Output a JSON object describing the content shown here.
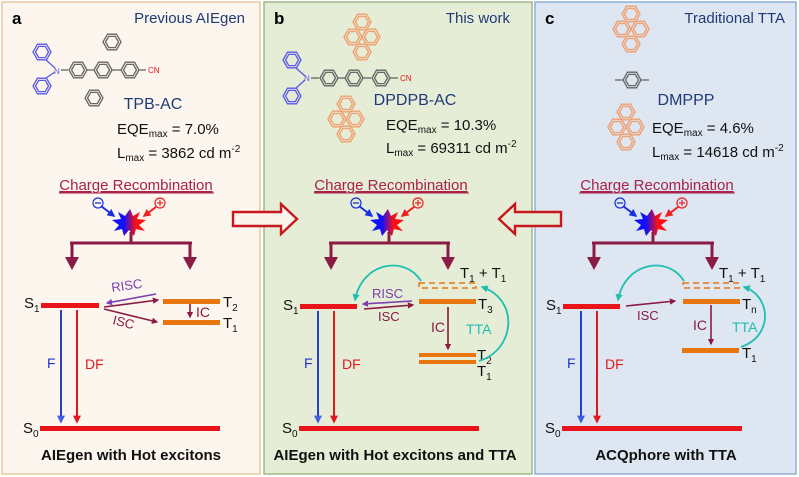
{
  "figure": {
    "arrows_between_panels": [
      "right-arrow",
      "left-arrow"
    ],
    "colors": {
      "panel_a_bg": "#fcf6ef",
      "panel_a_border": "#e8c9a0",
      "panel_b_bg": "#e6edd6",
      "panel_b_border": "#9fb88a",
      "panel_c_bg": "#dde6f1",
      "panel_c_border": "#8fb0d8",
      "singlet": "#e8141a",
      "triplet": "#e8760f",
      "fluorescence": "#2a3fcc",
      "delayed_fluorescence": "#e0181e",
      "recombination": "#8b1a44",
      "risc": "#7a3fb0",
      "tta": "#1fbfb0",
      "panel_arrow": "#c8171d"
    }
  },
  "panels": [
    {
      "letter": "a",
      "tag": "Previous AIEgen",
      "molecule": "TPB-AC",
      "eqe_label": "EQE",
      "eqe_sub": "max",
      "eqe_value": " = 7.0%",
      "lum_label": "L",
      "lum_sub": "max",
      "lum_value": " =  3862 cd m",
      "lum_sup": "-2",
      "charge_recombination": "Charge Recombination",
      "states": {
        "s1": "S",
        "s1_sub": "1",
        "s0": "S",
        "s0_sub": "0",
        "t2": "T",
        "t2_sub": "2",
        "t1": "T",
        "t1_sub": "1"
      },
      "processes": {
        "risc": "RISC",
        "isc": "ISC",
        "ic": "IC",
        "f": "F",
        "df": "DF"
      },
      "caption": "AIEgen with Hot excitons"
    },
    {
      "letter": "b",
      "tag": "This work",
      "molecule": "DPDPB-AC",
      "eqe_label": "EQE",
      "eqe_sub": "max",
      "eqe_value": " = 10.3%",
      "lum_label": "L",
      "lum_sub": "max",
      "lum_value": " =  69311 cd m",
      "lum_sup": "-2",
      "charge_recombination": "Charge Recombination",
      "states": {
        "s1": "S",
        "s1_sub": "1",
        "s0": "S",
        "s0_sub": "0",
        "t3": "T",
        "t3_sub": "3",
        "t2": "T",
        "t2_sub": "2",
        "t1": "T",
        "t1_sub": "1",
        "tt_a": "T",
        "tt_a_sub": "1",
        "tt_plus": " + ",
        "tt_b": "T",
        "tt_b_sub": "1"
      },
      "processes": {
        "risc": "RISC",
        "isc": "ISC",
        "ic": "IC",
        "tta": "TTA",
        "f": "F",
        "df": "DF"
      },
      "caption": "AIEgen with Hot excitons and TTA"
    },
    {
      "letter": "c",
      "tag": "Traditional TTA",
      "molecule": "DMPPP",
      "eqe_label": "EQE",
      "eqe_sub": "max",
      "eqe_value": " = 4.6%",
      "lum_label": "L",
      "lum_sub": "max",
      "lum_value": " =  14618 cd m",
      "lum_sup": "-2",
      "charge_recombination": "Charge Recombination",
      "states": {
        "s1": "S",
        "s1_sub": "1",
        "s0": "S",
        "s0_sub": "0",
        "tn": "T",
        "tn_sub": "n",
        "t1": "T",
        "t1_sub": "1",
        "tt_a": "T",
        "tt_a_sub": "1",
        "tt_plus": " + ",
        "tt_b": "T",
        "tt_b_sub": "1"
      },
      "processes": {
        "isc": "ISC",
        "ic": "IC",
        "tta": "TTA",
        "f": "F",
        "df": "DF"
      },
      "caption": "ACQphore with TTA"
    }
  ],
  "charges": {
    "negative": "−",
    "positive": "+"
  },
  "molecule_labels": {
    "nitrogen": "N",
    "cyano": "CN"
  }
}
